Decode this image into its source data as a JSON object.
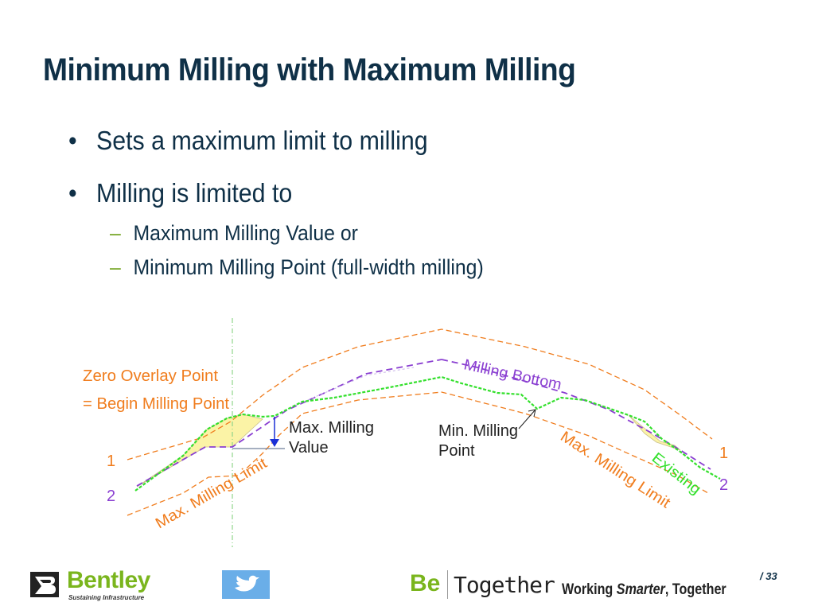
{
  "slide": {
    "title": "Minimum Milling with Maximum Milling",
    "bullets": [
      {
        "text": "Sets a maximum limit to milling"
      },
      {
        "text": "Milling is limited to"
      }
    ],
    "sub_bullets": [
      {
        "text": "Maximum Milling Value or"
      },
      {
        "text": "Minimum Milling Point (full-width milling)"
      }
    ],
    "bullet_glyph": "•",
    "dash_glyph": "–"
  },
  "diagram": {
    "labels": {
      "zero_overlay": "Zero Overlay Point",
      "begin_milling": "= Begin Milling Point",
      "max_milling_value_1": "Max. Milling",
      "max_milling_value_2": "Value",
      "min_milling_point_1": "Min. Milling",
      "min_milling_point_2": "Point",
      "milling_bottom": "Milling Bottom",
      "max_milling_limit_left": "Max. Milling Limit",
      "max_milling_limit_right": "Max. Milling Limit",
      "existing": "Existing",
      "left_1": "1",
      "left_2": "2",
      "right_1": "1",
      "right_2": "2"
    },
    "colors": {
      "orange": "#f07d1e",
      "purple": "#8a3fd1",
      "green": "#33e02c",
      "fill": "#fbf3a6",
      "arrow": "#1a2fd6"
    }
  },
  "footer": {
    "brand": "Bentley",
    "brand_sub": "Sustaining Infrastructure",
    "be": "Be",
    "together": "Together",
    "tagline_a": "Working ",
    "tagline_b": "Smarter",
    "tagline_c": ", Together",
    "page": "/ 33"
  }
}
